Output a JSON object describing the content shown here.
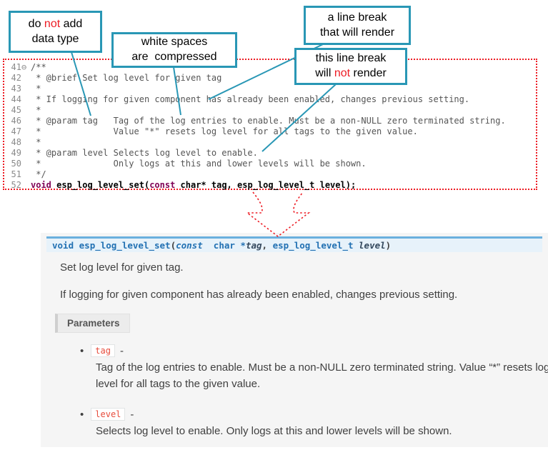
{
  "callouts": {
    "c1": {
      "seg1": "do ",
      "seg2": "not",
      "seg3": " add",
      "line2": "data type"
    },
    "c2": {
      "line1": "white spaces",
      "line2": "are  compressed"
    },
    "c3": {
      "line1": "a line break",
      "line2": "that will render"
    },
    "c4": {
      "line1": "this line break",
      "seg1": "will ",
      "seg2": "not",
      "seg3": " render"
    }
  },
  "code": {
    "lines": [
      {
        "num": "41",
        "fold": "⊖",
        "code": "/**"
      },
      {
        "num": "42",
        "code": " * @brief Set log level for given tag"
      },
      {
        "num": "43",
        "code": " *"
      },
      {
        "num": "44",
        "code": " * If logging for given component has already been enabled, changes previous setting."
      },
      {
        "num": "45",
        "code": " *"
      },
      {
        "num": "46",
        "code": " * @param tag   Tag of the log entries to enable. Must be a non-NULL zero terminated string."
      },
      {
        "num": "47",
        "code": " *              Value \"*\" resets log level for all tags to the given value."
      },
      {
        "num": "48",
        "code": " *"
      },
      {
        "num": "49",
        "code": " * @param level Selects log level to enable."
      },
      {
        "num": "50",
        "code": " *              Only logs at this and lower levels will be shown."
      },
      {
        "num": "51",
        "code": " */"
      },
      {
        "num": "52",
        "code": ""
      }
    ],
    "line52": {
      "kw1": "void ",
      "fn": "esp_log_level_set",
      "open": "(",
      "kw2": "const",
      "rest": " char* tag, esp_log_level_t level);"
    }
  },
  "docs": {
    "signature": {
      "ret": "void ",
      "name": "esp_log_level_set",
      "open": "(",
      "kw_const": "const",
      "type_char": "  char *",
      "param_tag": "tag",
      "comma": ", ",
      "type_level": "esp_log_level_t ",
      "param_level": "level",
      "close": ")"
    },
    "p1": "Set log level for given tag.",
    "p2": "If logging for given component has already been enabled, changes previous setting.",
    "parameters_label": "Parameters",
    "params": [
      {
        "name": "tag",
        "dash": "-",
        "desc": "Tag of the log entries to enable. Must be a non-NULL zero terminated string. Value “*” resets log level for all tags to the given value."
      },
      {
        "name": "level",
        "dash": "-",
        "desc": "Selects log level to enable. Only logs at this and lower levels will be shown."
      }
    ]
  },
  "colors": {
    "callout_border": "#2997b5",
    "dotted_red": "#ed1c24",
    "accent_blue": "#6ab0de",
    "literal_red": "#e74c3c",
    "panel_bg": "#f5f5f5"
  }
}
